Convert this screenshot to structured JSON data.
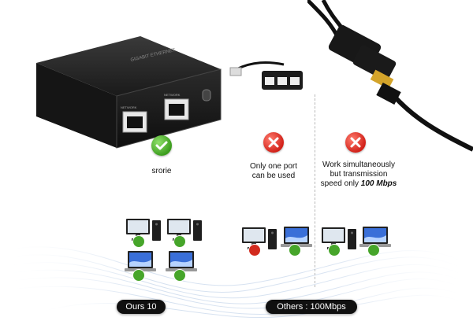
{
  "columns": [
    {
      "text": "srorie",
      "status": "check"
    },
    {
      "text_line1": "Only one port",
      "text_line2": "can be used",
      "status": "cross"
    },
    {
      "text_line1": "Work simultaneously",
      "text_line2": "but transmission",
      "text_line3_prefix": "speed only ",
      "text_line3_emph": "100 Mbps",
      "status": "cross"
    }
  ],
  "badges": {
    "ours": "Ours 10",
    "others": "Others : 100Mbps"
  },
  "device_text": {
    "top_logo": "GIGABIT ETHERNET",
    "port_label_1": "NETWORK",
    "port_label_2": "NETWORK"
  },
  "colors": {
    "check_green": "#3c9d1e",
    "cross_red": "#d2221a",
    "badge_bg": "#101010",
    "wave_blue": "#9fb9d8"
  }
}
